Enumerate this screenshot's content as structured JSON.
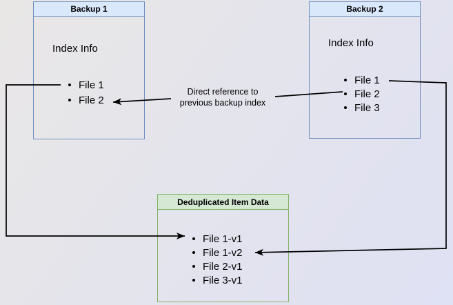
{
  "diagram": {
    "boxes": {
      "backup1": {
        "title": "Backup 1",
        "subtitle": "Index Info",
        "items": [
          "File 1",
          "File 2"
        ]
      },
      "backup2": {
        "title": "Backup 2",
        "subtitle": "Index Info",
        "items": [
          "File 1",
          "File 2",
          "File 3"
        ]
      },
      "dedup": {
        "title": "Deduplicated Item Data",
        "items": [
          "File 1-v1",
          "File 1-v2",
          "File 2-v1",
          "File 3-v1"
        ]
      }
    },
    "connector_label": "Direct reference to previous backup index",
    "colors": {
      "blue_header_fill": "#dae8fc",
      "blue_border": "#6c8ebf",
      "green_header_fill": "#d5e8d4",
      "green_border": "#82b366",
      "connector": "#000000",
      "background_top_left": "#e9e7e6",
      "background_bottom_right": "#dfe1f4"
    }
  }
}
